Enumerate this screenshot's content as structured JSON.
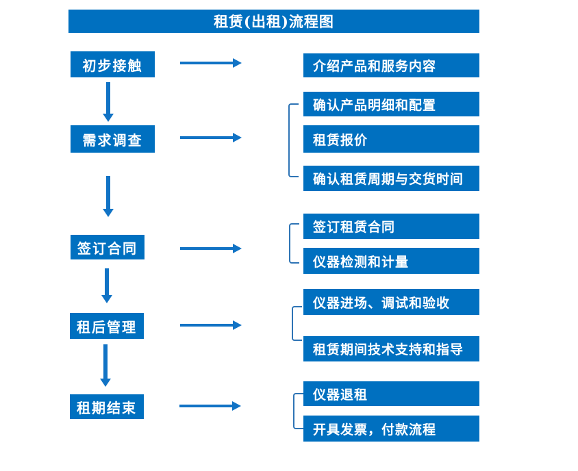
{
  "title": "租赁(出租)流程图",
  "colors": {
    "box_fill": "#0070C0",
    "arrow": "#1173C5",
    "bracket": "#2E74B5",
    "text": "#FFFFFF",
    "background": "#FFFFFF"
  },
  "flow": {
    "groups": [
      {
        "step": "初步接触",
        "details": [
          "介绍产品和服务内容"
        ]
      },
      {
        "step": "需求调查",
        "details": [
          "确认产品明细和配置",
          "租赁报价",
          "确认租赁周期与交货时间"
        ]
      },
      {
        "step": "签订合同",
        "details": [
          "签订租赁合同",
          "仪器检测和计量"
        ]
      },
      {
        "step": "租后管理",
        "details": [
          "仪器进场、调试和验收",
          "租赁期间技术支持和指导"
        ]
      },
      {
        "step": "租期结束",
        "details": [
          "仪器退租",
          "开具发票，付款流程"
        ]
      }
    ]
  }
}
